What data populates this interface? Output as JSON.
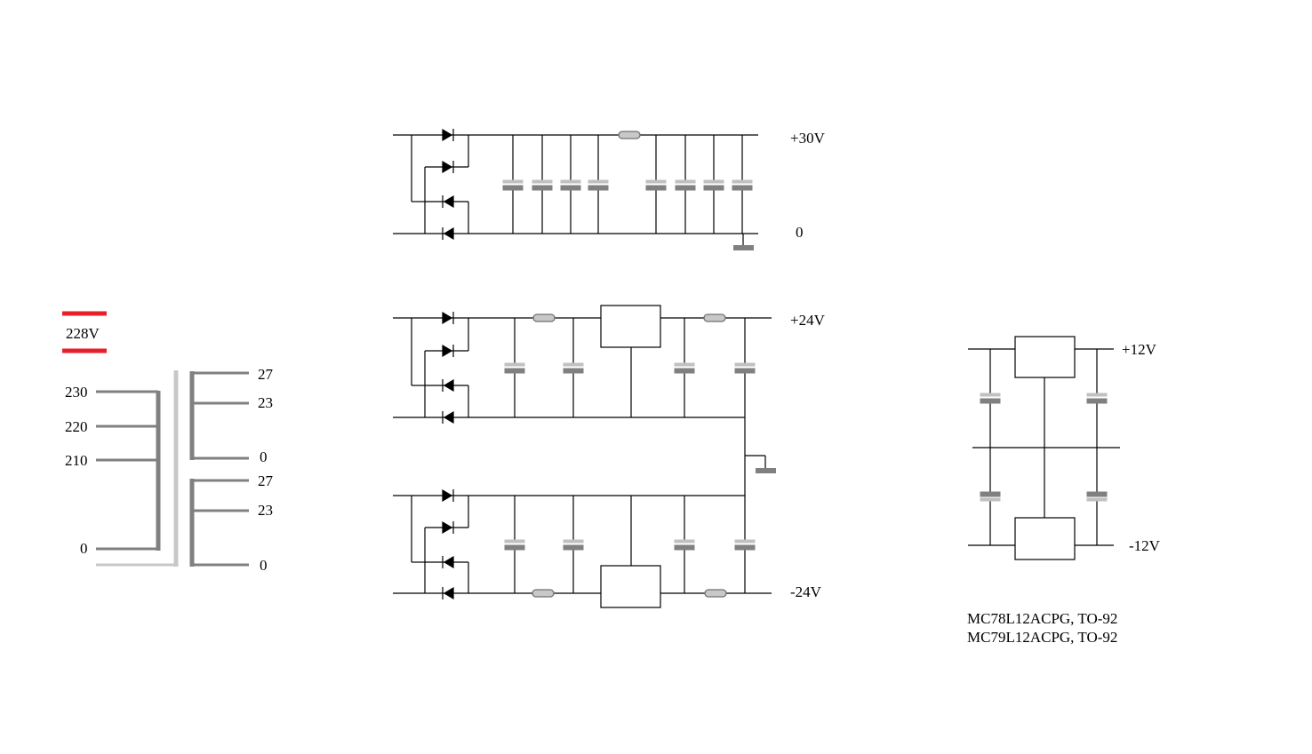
{
  "mains_label": "228V",
  "transformer": {
    "primary_taps": [
      "230",
      "220",
      "210",
      "0"
    ],
    "secondary1_taps": [
      "27",
      "23",
      "0"
    ],
    "secondary2_taps": [
      "27",
      "23",
      "0"
    ]
  },
  "supply_30v": {
    "pos_label": "+30V",
    "zero_label": "0"
  },
  "supply_24v": {
    "pos_label": "+24V",
    "neg_label": "-24V"
  },
  "supply_12v": {
    "pos_label": "+12V",
    "neg_label": "-12V",
    "regulator_pos": "MC78L12ACPG, TO-92",
    "regulator_neg": "MC79L12ACPG, TO-92"
  },
  "colors": {
    "mains_marker": "#e8202a",
    "capacitor": "#808080",
    "capacitor_light": "#c0c0c0",
    "resistor": "#c8c8c8",
    "wire": "#000000"
  }
}
